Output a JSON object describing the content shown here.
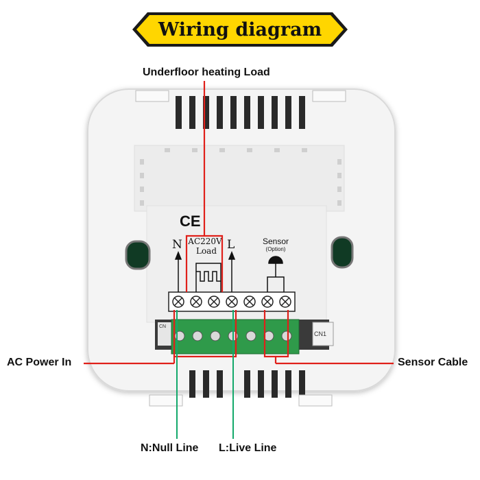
{
  "title": "Wiring diagram",
  "labels": {
    "load": "Underfloor heating Load",
    "ac_power": "AC Power In",
    "sensor_cable": "Sensor Cable",
    "null_line": "N:Null Line",
    "live_line": "L:Live Line"
  },
  "device": {
    "ce_mark": "CE",
    "terminal_n": "N",
    "terminal_l": "L",
    "load_label_1": "AC220V",
    "load_label_2": "Load",
    "sensor_label": "Sensor",
    "sensor_option": "(Option)",
    "pcb_left": "CN",
    "pcb_right": "CN1"
  },
  "colors": {
    "banner_fill": "#ffd600",
    "red_wire": "#e0201a",
    "green_wire": "#12a86a",
    "terminal_green": "#2f9a4a"
  }
}
